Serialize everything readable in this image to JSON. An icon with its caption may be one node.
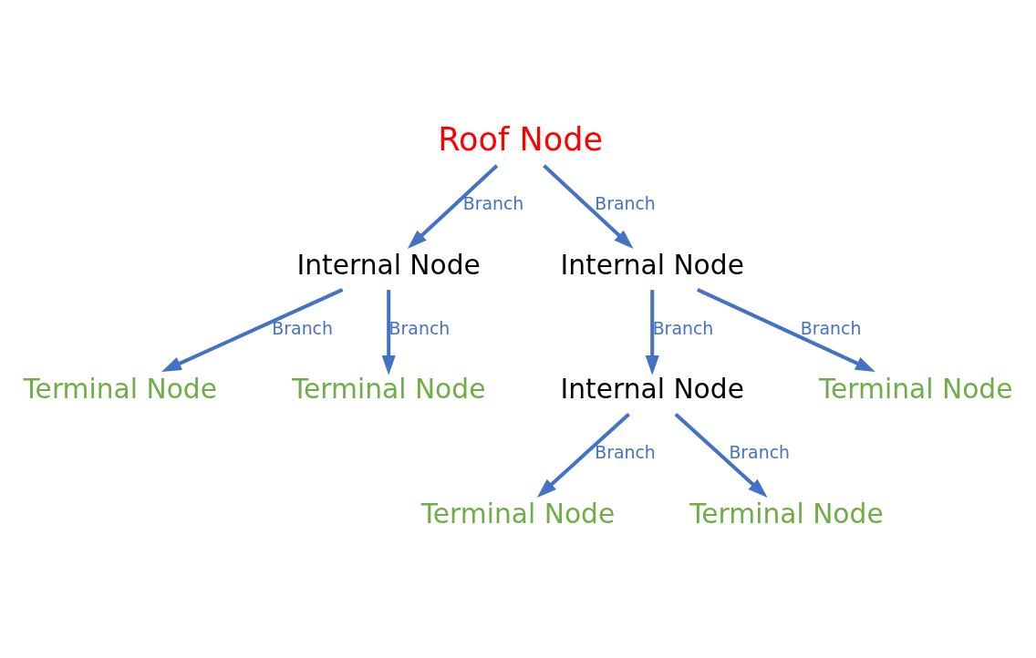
{
  "diagram": {
    "nodes": [
      {
        "text": [
          "Roof Node"
        ]
      },
      {
        "text": [
          "Internal Node"
        ]
      },
      {
        "text": [
          "Internal Node"
        ]
      },
      {
        "text": [
          "Terminal Node"
        ]
      },
      {
        "text": [
          "Terminal Node"
        ]
      },
      {
        "text": [
          "Internal Node"
        ]
      },
      {
        "text": [
          "Terminal Node"
        ]
      },
      {
        "text": [
          "Terminal Node"
        ]
      },
      {
        "text": [
          "Terminal Node"
        ]
      }
    ],
    "edges": [
      {
        "from": 0,
        "to": 1,
        "arrow": "to",
        "label": "Branch"
      },
      {
        "from": 0,
        "to": 2,
        "arrow": "to",
        "label": "Branch"
      },
      {
        "from": 1,
        "to": 3,
        "arrow": "to",
        "label": "Branch"
      },
      {
        "from": 1,
        "to": 4,
        "arrow": "to",
        "label": "Branch"
      },
      {
        "from": 2,
        "to": 5,
        "arrow": "to",
        "label": "Branch"
      },
      {
        "from": 2,
        "to": 6,
        "arrow": "to",
        "label": "Branch"
      },
      {
        "from": 5,
        "to": 7,
        "arrow": "to",
        "label": "Branch"
      },
      {
        "from": 5,
        "to": 8,
        "arrow": "to",
        "label": "Branch"
      }
    ]
  }
}
